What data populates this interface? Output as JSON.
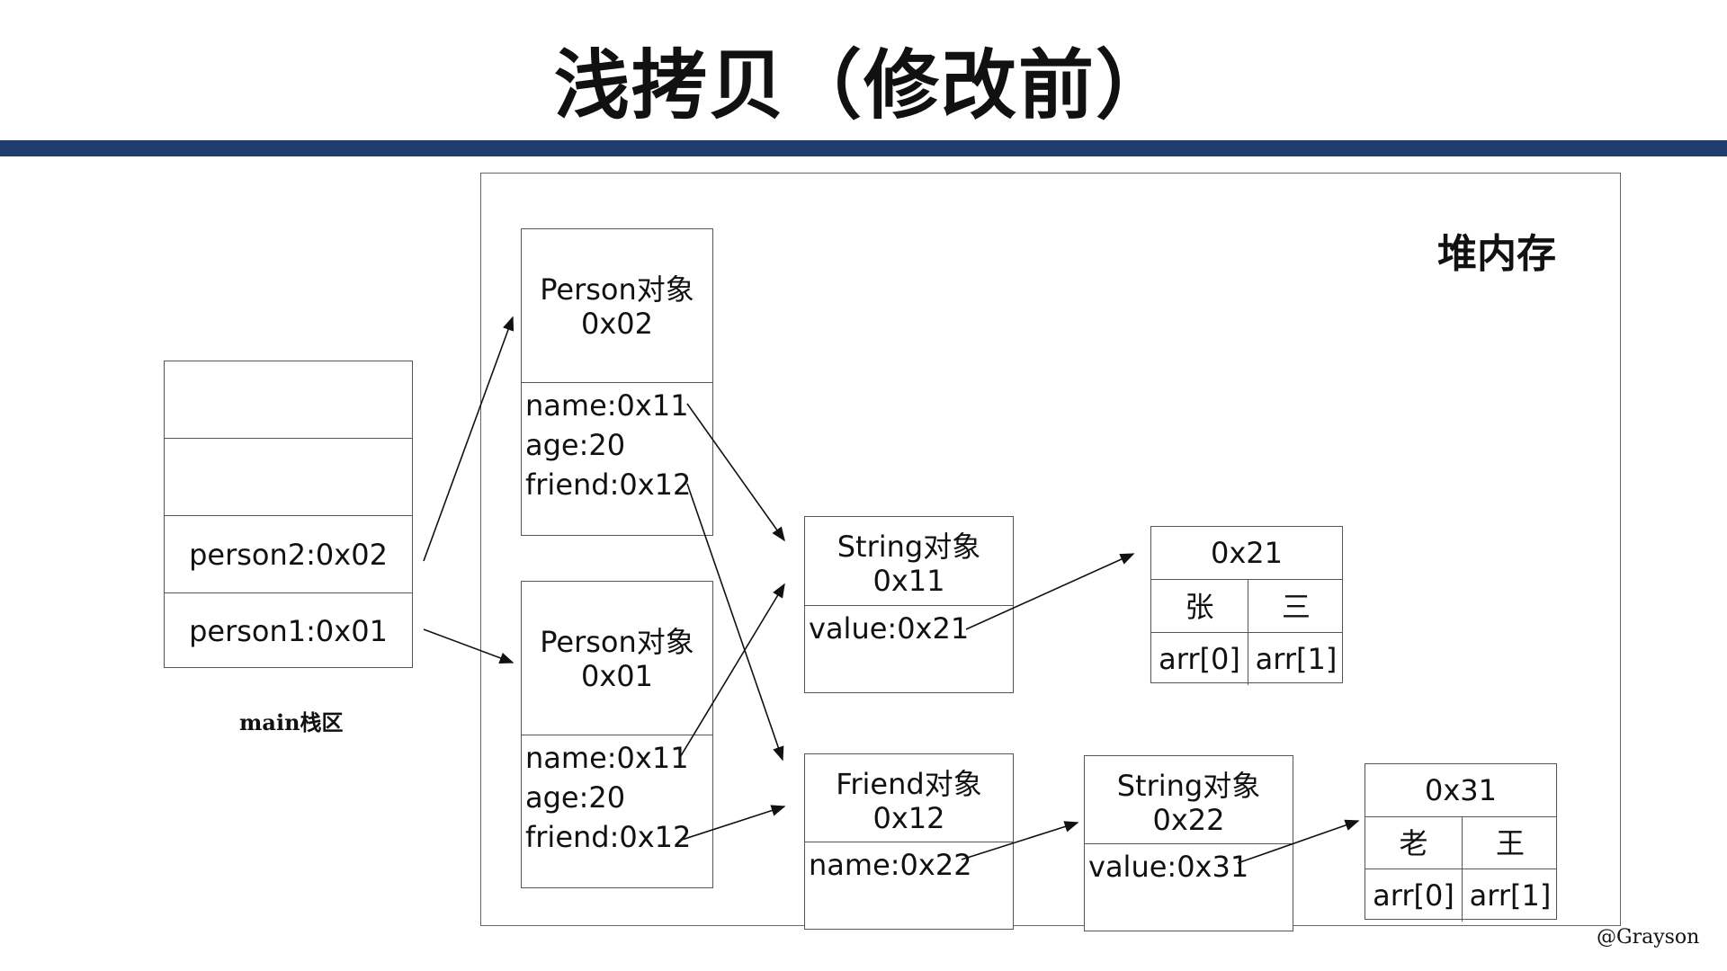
{
  "title": "浅拷贝（修改前）",
  "heap_label": "堆内存",
  "stack_label": "main栈区",
  "watermark": "@Grayson",
  "stack": {
    "cells": [
      "",
      "",
      "person2:0x02",
      "person1:0x01"
    ]
  },
  "person_objects": [
    {
      "title": "Person对象",
      "addr": "0x02",
      "fields": [
        "name:0x11",
        "age:20",
        "friend:0x12"
      ]
    },
    {
      "title": "Person对象",
      "addr": "0x01",
      "fields": [
        "name:0x11",
        "age:20",
        "friend:0x12"
      ]
    }
  ],
  "string_obj_1": {
    "title": "String对象",
    "addr": "0x11",
    "field": "value:0x21"
  },
  "friend_obj": {
    "title": "Friend对象",
    "addr": "0x12",
    "field": "name:0x22"
  },
  "string_obj_2": {
    "title": "String对象",
    "addr": "0x22",
    "field": "value:0x31"
  },
  "array_1": {
    "addr": "0x21",
    "values": [
      "张",
      "三"
    ],
    "indices": [
      "arr[0]",
      "arr[1]"
    ]
  },
  "array_2": {
    "addr": "0x31",
    "values": [
      "老",
      "王"
    ],
    "indices": [
      "arr[0]",
      "arr[1]"
    ]
  },
  "colors": {
    "rule": "#1f3c6e",
    "border": "#555555"
  }
}
